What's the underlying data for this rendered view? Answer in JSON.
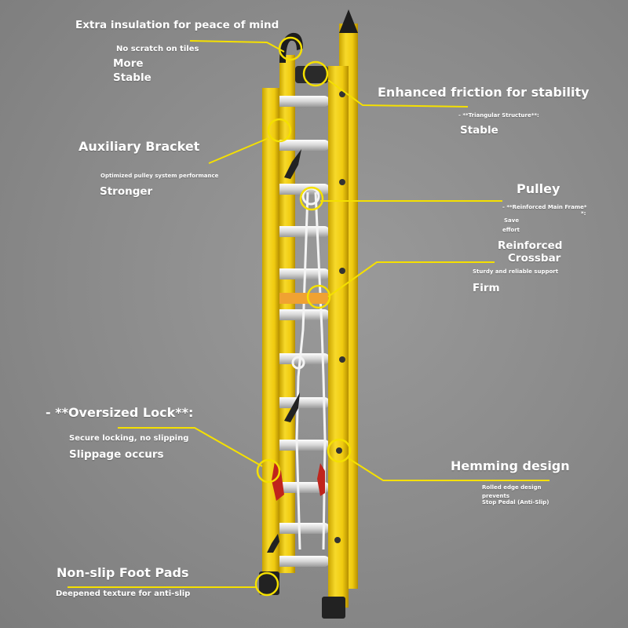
{
  "colors": {
    "accent": "#f5e000",
    "ladder": "#f3d11a",
    "background": "#8c8c8c"
  },
  "callouts": {
    "top_left": {
      "title": "Extra insulation for peace of mind",
      "sub": "No scratch on tiles",
      "line1": "More",
      "line2": "Stable"
    },
    "friction": {
      "title": "Enhanced friction for stability",
      "sub": "- **Triangular Structure**:",
      "line": "Stable"
    },
    "bracket": {
      "title": "Auxiliary Bracket",
      "sub": "Optimized pulley system performance",
      "line": "Stronger"
    },
    "pulley": {
      "title": "Pulley",
      "sub_a": "- **Reinforced Main Frame*",
      "sub_b": "*:",
      "line1": "Save",
      "line2": "effort"
    },
    "crossbar": {
      "title1": "Reinforced",
      "title2": "Crossbar",
      "sub": "Sturdy and reliable support",
      "line": "Firm"
    },
    "lock": {
      "title": "- **Oversized Lock**:",
      "sub": "Secure locking, no slipping",
      "line": "Slippage occurs"
    },
    "hemming": {
      "title": "Hemming design",
      "sub1": "Rolled edge design",
      "sub2": "prevents",
      "line": "Stop Pedal (Anti-Slip)"
    },
    "foot": {
      "title": "Non-slip Foot Pads",
      "line": "Deepened texture for anti-slip"
    }
  }
}
